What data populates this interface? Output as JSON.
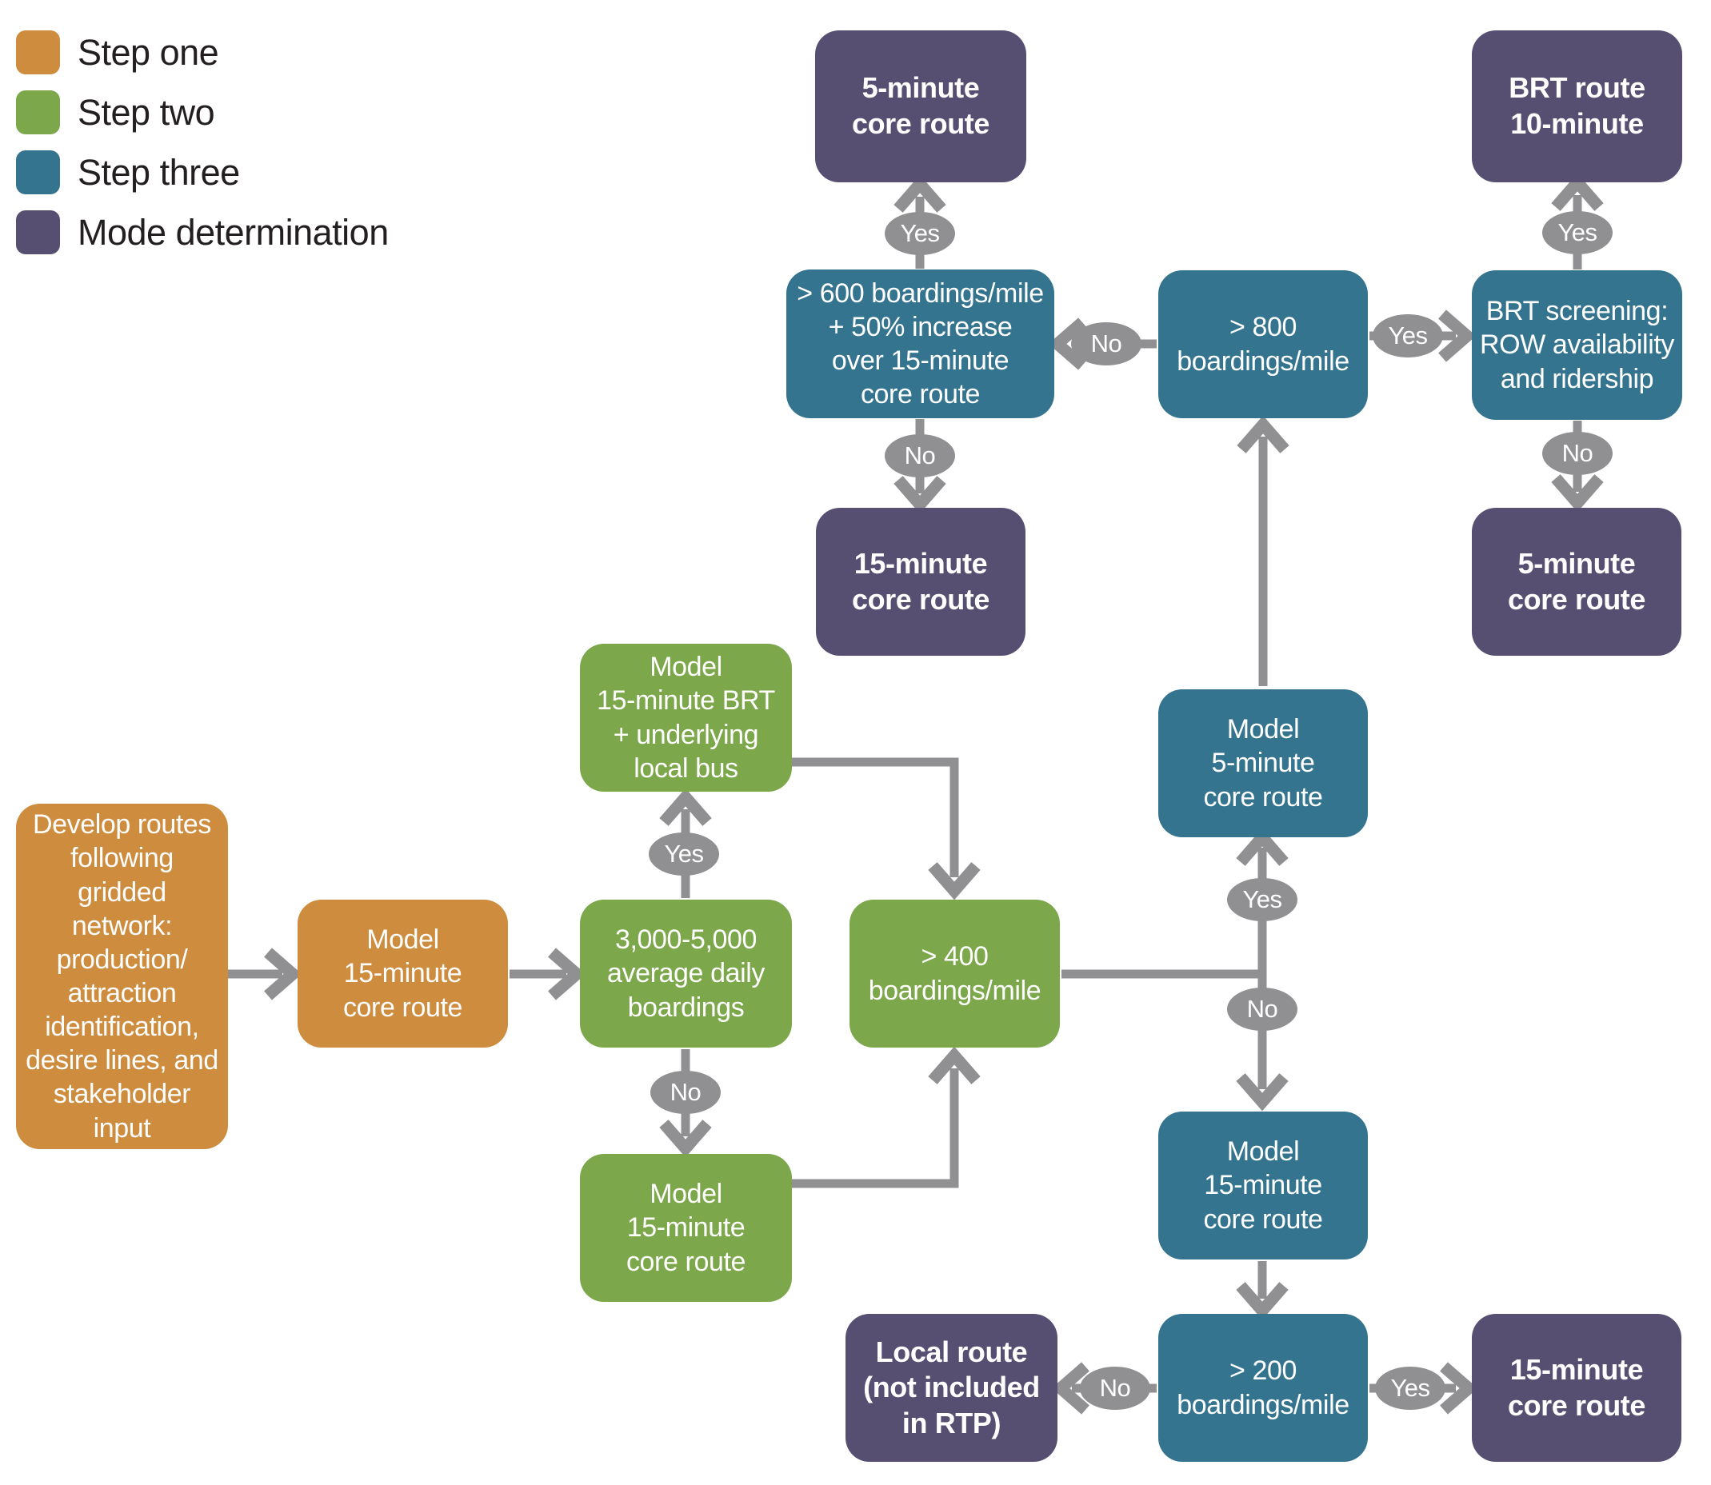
{
  "palette": {
    "canvas_bg": "#ffffff",
    "step_one": "#cd8c3e",
    "step_two": "#7ca74a",
    "step_three": "#35748f",
    "mode_determination": "#564f72",
    "connector_gray": "#909092",
    "node_text": "#ffffff",
    "legend_text": "#231f20"
  },
  "legend": {
    "items": [
      {
        "label": "Step one",
        "color": "#cd8c3e"
      },
      {
        "label": "Step two",
        "color": "#7ca74a"
      },
      {
        "label": "Step three",
        "color": "#35748f"
      },
      {
        "label": "Mode determination",
        "color": "#564f72"
      }
    ]
  },
  "nodes": {
    "develop_routes": {
      "step": "one",
      "label": "Develop routes\nfollowing\ngridded\nnetwork:\nproduction/\nattraction\nidentification,\ndesire lines, and\nstakeholder\ninput"
    },
    "model_15_core_orange": {
      "step": "one",
      "label": "Model\n15-minute\ncore route"
    },
    "boardings_3000_5000": {
      "step": "two",
      "label": "3,000-5,000\naverage daily\nboardings"
    },
    "model_15_brt": {
      "step": "two",
      "label": "Model\n15-minute BRT\n+ underlying\nlocal bus"
    },
    "model_15_core_green": {
      "step": "two",
      "label": "Model\n15-minute\ncore route"
    },
    "gt400": {
      "step": "two",
      "label": "> 400\nboardings/mile"
    },
    "gt600": {
      "step": "three",
      "label": "> 600 boardings/mile\n+ 50% increase\nover 15-minute\ncore route"
    },
    "gt800": {
      "step": "three",
      "label": "> 800\nboardings/mile"
    },
    "brt_screening": {
      "step": "three",
      "label": "BRT screening:\nROW availability\nand ridership"
    },
    "model_5_core": {
      "step": "three",
      "label": "Model\n5-minute\ncore route"
    },
    "model_15_core_teal": {
      "step": "three",
      "label": "Model\n15-minute\ncore route"
    },
    "gt200": {
      "step": "three",
      "label": "> 200\nboardings/mile"
    },
    "five_min_core_top": {
      "step": "mode",
      "label": "5-minute\ncore route"
    },
    "brt_route_10": {
      "step": "mode",
      "label": "BRT route\n10-minute"
    },
    "fifteen_min_core_mid": {
      "step": "mode",
      "label": "15-minute\ncore route"
    },
    "five_min_core_right": {
      "step": "mode",
      "label": "5-minute\ncore route"
    },
    "local_route": {
      "step": "mode",
      "label": "Local route\n(not included\nin RTP)"
    },
    "fifteen_min_core_bottom": {
      "step": "mode",
      "label": "15-minute\ncore route"
    }
  },
  "edges": {
    "develop_to_model15": {
      "from": "develop_routes",
      "to": "model_15_core_orange",
      "label": null
    },
    "model15_to_boardings": {
      "from": "model_15_core_orange",
      "to": "boardings_3000_5000",
      "label": null
    },
    "boardings_yes": {
      "from": "boardings_3000_5000",
      "to": "model_15_brt",
      "label": "Yes"
    },
    "boardings_no": {
      "from": "boardings_3000_5000",
      "to": "model_15_core_green",
      "label": "No"
    },
    "brt_to_gt400": {
      "from": "model_15_brt",
      "to": "gt400",
      "label": null
    },
    "green15_to_gt400": {
      "from": "model_15_core_green",
      "to": "gt400",
      "label": null
    },
    "gt400_yes": {
      "from": "gt400",
      "to": "model_5_core",
      "label": "Yes"
    },
    "gt400_no": {
      "from": "gt400",
      "to": "model_15_core_teal",
      "label": "No"
    },
    "model5_to_gt800": {
      "from": "model_5_core",
      "to": "gt800",
      "label": null
    },
    "gt800_no": {
      "from": "gt800",
      "to": "gt600",
      "label": "No"
    },
    "gt800_yes": {
      "from": "gt800",
      "to": "brt_screening",
      "label": "Yes"
    },
    "gt600_yes": {
      "from": "gt600",
      "to": "five_min_core_top",
      "label": "Yes"
    },
    "gt600_no": {
      "from": "gt600",
      "to": "fifteen_min_core_mid",
      "label": "No"
    },
    "screening_yes": {
      "from": "brt_screening",
      "to": "brt_route_10",
      "label": "Yes"
    },
    "screening_no": {
      "from": "brt_screening",
      "to": "five_min_core_right",
      "label": "No"
    },
    "model15teal_to_gt200": {
      "from": "model_15_core_teal",
      "to": "gt200",
      "label": null
    },
    "gt200_no": {
      "from": "gt200",
      "to": "local_route",
      "label": "No"
    },
    "gt200_yes": {
      "from": "gt200",
      "to": "fifteen_min_core_bottom",
      "label": "Yes"
    }
  }
}
